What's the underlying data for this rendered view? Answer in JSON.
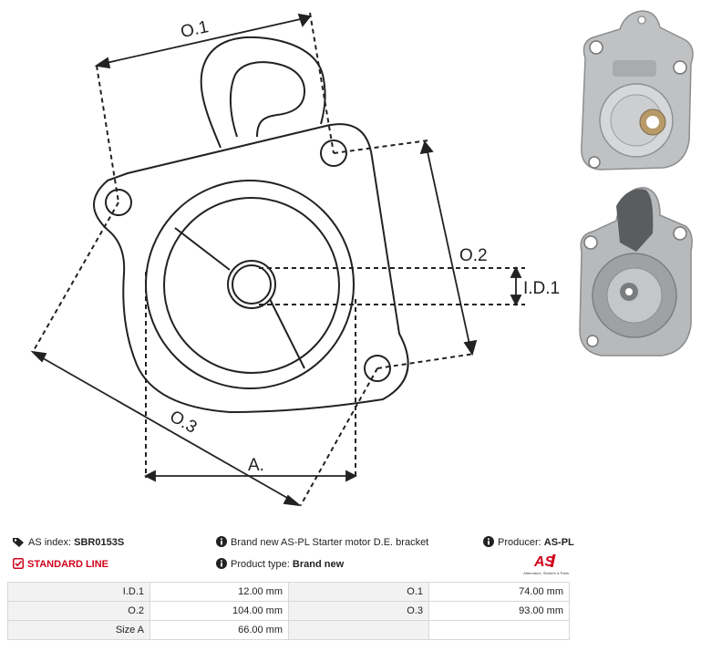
{
  "drawing": {
    "labels": {
      "o1": "O.1",
      "o2": "O.2",
      "o3": "O.3",
      "id1": "I.D.1",
      "a": "A."
    }
  },
  "photos": {
    "top": "bracket-photo-front",
    "bottom": "bracket-photo-back"
  },
  "info": {
    "as_index_label": "AS index:",
    "as_index_value": "SBR0153S",
    "description": "Brand new AS-PL Starter motor D.E. bracket",
    "producer_label": "Producer:",
    "producer_value": "AS-PL",
    "standard_line": "STANDARD LINE",
    "product_type_label": "Product type:",
    "product_type_value": "Brand new"
  },
  "logo": {
    "mark": "AS",
    "tagline": "Alternators, Starters & Parts",
    "color": "#d0021b"
  },
  "specs": [
    {
      "label_left": "I.D.1",
      "value_left": "12.00 mm",
      "label_right": "O.1",
      "value_right": "74.00 mm"
    },
    {
      "label_left": "O.2",
      "value_left": "104.00 mm",
      "label_right": "O.3",
      "value_right": "93.00 mm"
    },
    {
      "label_left": "Size A",
      "value_left": "66.00 mm",
      "label_right": "",
      "value_right": ""
    }
  ],
  "colors": {
    "accent": "#d0021b",
    "table_label_bg": "#f2f2f2",
    "border": "#d8d8d8"
  }
}
